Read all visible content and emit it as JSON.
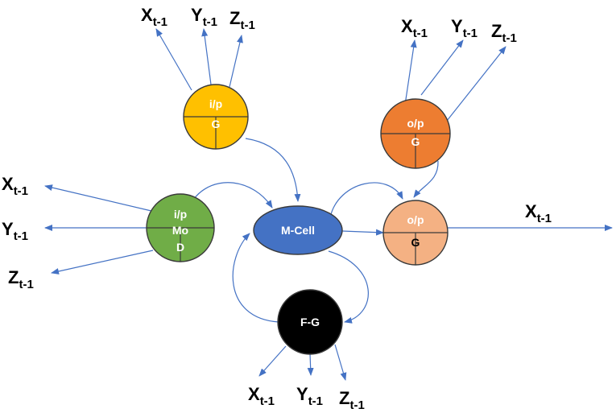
{
  "colors": {
    "edge": "#4472c4",
    "ip_gate": "#ffc000",
    "op_gate_top": "#ed7d31",
    "op_gate_right": "#f4b183",
    "ip_mod": "#70ad47",
    "m_cell": "#4472c4",
    "f_gate": "#000000"
  },
  "nodes": {
    "ip_gate": {
      "line1": "i/p",
      "line2": "G"
    },
    "op_gate_top": {
      "line1": "o/p",
      "line2": "G"
    },
    "ip_mod": {
      "line1": "i/p",
      "line2": "Mo",
      "line3": "D"
    },
    "m_cell": {
      "label": "M-Cell"
    },
    "op_gate_right": {
      "line1": "o/p",
      "line2": "G"
    },
    "f_gate": {
      "label": "F-G"
    }
  },
  "labels": {
    "ip_gate": [
      {
        "main": "X",
        "sub": "t-1"
      },
      {
        "main": "Y",
        "sub": "t-1"
      },
      {
        "main": "Z",
        "sub": "t-1"
      }
    ],
    "op_gate_top": [
      {
        "main": "X",
        "sub": "t-1"
      },
      {
        "main": "Y",
        "sub": "t-1"
      },
      {
        "main": "Z",
        "sub": "t-1"
      }
    ],
    "ip_mod": [
      {
        "main": "X",
        "sub": "t-1"
      },
      {
        "main": "Y",
        "sub": "t-1"
      },
      {
        "main": "Z",
        "sub": "t-1"
      }
    ],
    "f_gate": [
      {
        "main": "X",
        "sub": "t-1"
      },
      {
        "main": "Y",
        "sub": "t-1"
      },
      {
        "main": "Z",
        "sub": "t-1"
      }
    ],
    "output": {
      "main": "X",
      "sub": "t-1"
    }
  }
}
